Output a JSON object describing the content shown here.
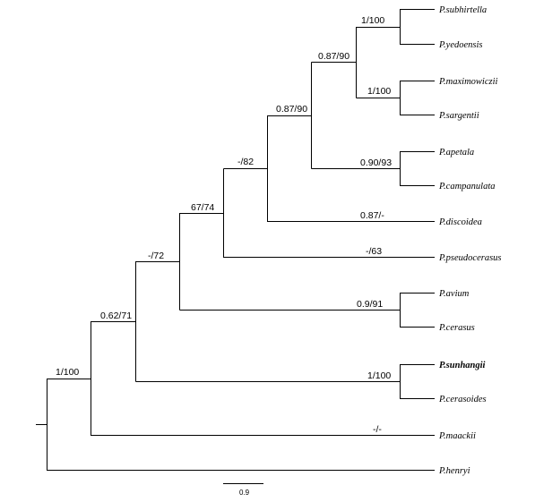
{
  "tree": {
    "leaves": [
      {
        "id": "subhirtella",
        "label": "P.subhirtella"
      },
      {
        "id": "yedoensis",
        "label": "P.yedoensis"
      },
      {
        "id": "maximowiczii",
        "label": "P.maximowiczii"
      },
      {
        "id": "sargentii",
        "label": "P.sargentii"
      },
      {
        "id": "apetala",
        "label": "P.apetala"
      },
      {
        "id": "campanulata",
        "label": "P.campanulata"
      },
      {
        "id": "discoidea",
        "label": "P.discoidea"
      },
      {
        "id": "pseudocerasus",
        "label": "P.pseudocerasus"
      },
      {
        "id": "avium",
        "label": "P.avium"
      },
      {
        "id": "cerasus",
        "label": "P.cerasus"
      },
      {
        "id": "sunhangii",
        "label": "P.sunhangii",
        "bold": true
      },
      {
        "id": "cerasoides",
        "label": "P.cerasoides"
      },
      {
        "id": "maackii",
        "label": "P.maackii"
      },
      {
        "id": "henryi",
        "label": "P.henryi"
      }
    ],
    "support": {
      "n_subhirtella_yedoensis": "1/100",
      "n_maximowiczii_sargentii": "1/100",
      "n_subhirtella_sargentii": "0.87/90",
      "n_apetala_campanulata": "0.90/93",
      "n_subhirtella_campanulata": "0.87/90",
      "n_discoidea": "0.87/-",
      "n_subhirtella_discoidea": "-/82",
      "n_pseudocerasus": "-/63",
      "n_subhirtella_pseudocerasus": "67/74",
      "n_avium_cerasus": "0.9/91",
      "n_subhirtella_cerasus": "-/72",
      "n_sunhangii_cerasoides": "1/100",
      "n_subhirtella_cerasoides": "0.62/71",
      "n_maackii": "-/-",
      "n_subhirtella_maackii": "1/100"
    },
    "scale_bar": {
      "label": "0.9"
    }
  }
}
